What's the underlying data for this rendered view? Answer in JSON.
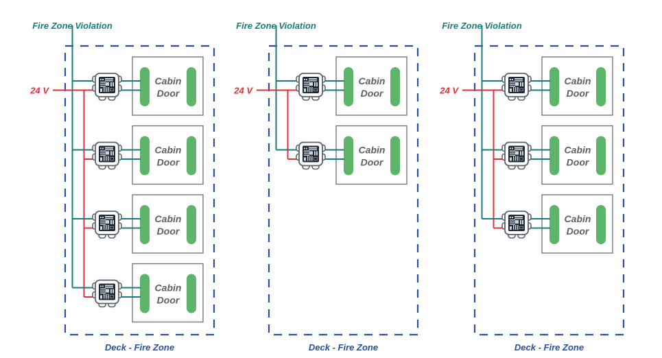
{
  "colors": {
    "signal_line": "#167f7c",
    "power_line": "#e0313a",
    "zone_border": "#2a4f9c",
    "door_frame": "#6b6e73",
    "door_panel": "#5db56a",
    "module_body": "#1f2a36",
    "module_frame": "#5b616b"
  },
  "panels": [
    {
      "signal_label": "Fire Zone Violation",
      "power_label": "24 V",
      "zone_label": "Deck - Fire Zone",
      "doors": [
        {
          "line1": "Cabin",
          "line2": "Door"
        },
        {
          "line1": "Cabin",
          "line2": "Door"
        },
        {
          "line1": "Cabin",
          "line2": "Door"
        },
        {
          "line1": "Cabin",
          "line2": "Door"
        }
      ]
    },
    {
      "signal_label": "Fire Zone Violation",
      "power_label": "24 V",
      "zone_label": "Deck - Fire Zone",
      "doors": [
        {
          "line1": "Cabin",
          "line2": "Door"
        },
        {
          "line1": "Cabin",
          "line2": "Door"
        }
      ]
    },
    {
      "signal_label": "Fire Zone Violation",
      "power_label": "24 V",
      "zone_label": "Deck - Fire Zone",
      "doors": [
        {
          "line1": "Cabin",
          "line2": "Door"
        },
        {
          "line1": "Cabin",
          "line2": "Door"
        },
        {
          "line1": "Cabin",
          "line2": "Door"
        }
      ]
    }
  ]
}
